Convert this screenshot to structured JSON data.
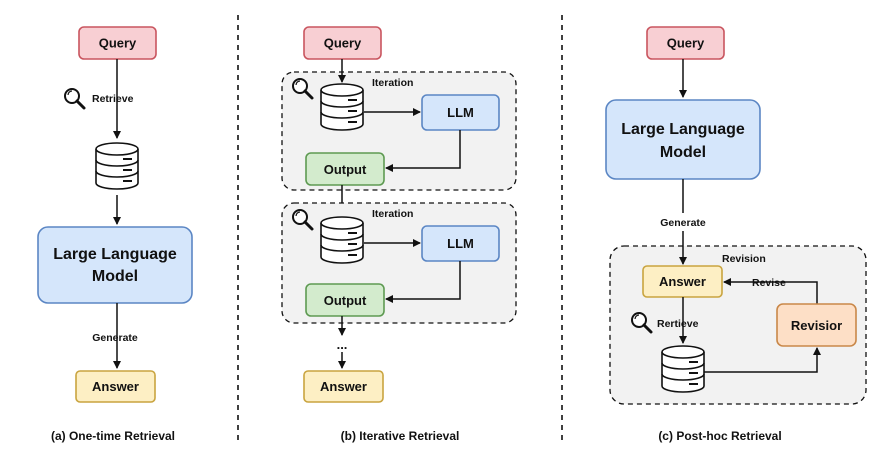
{
  "panel_a": {
    "query": "Query",
    "retrieve": "Retrieve",
    "llm_line1": "Large Language",
    "llm_line2": "Model",
    "generate": "Generate",
    "answer": "Answer",
    "caption": "(a) One-time Retrieval"
  },
  "panel_b": {
    "query": "Query",
    "iteration1": "Iteration",
    "llm1": "LLM",
    "output1": "Output",
    "iteration2": "Iteration",
    "llm2": "LLM",
    "output2": "Output",
    "ellipsis": "...",
    "answer": "Answer",
    "caption": "(b) Iterative Retrieval"
  },
  "panel_c": {
    "query": "Query",
    "llm_line1": "Large Language",
    "llm_line2": "Model",
    "generate": "Generate",
    "revision": "Revision",
    "answer": "Answer",
    "revise": "Revise",
    "retrieve": "Rertieve",
    "revisior": "Revisior",
    "caption": "(c) Post-hoc Retrieval"
  },
  "icons": [
    "magnifier-icon",
    "database-icon"
  ],
  "colors": {
    "query_fill": "#f8cfd3",
    "query_stroke": "#c9555f",
    "llm_fill": "#d5e6fb",
    "llm_stroke": "#5b86c4",
    "answer_fill": "#fdefc4",
    "answer_stroke": "#c9a43f",
    "output_fill": "#d3ebcd",
    "output_stroke": "#5e9a52",
    "revisior_fill": "#fddfc6",
    "revisior_stroke": "#c98849",
    "group_fill": "#f2f2f2"
  }
}
